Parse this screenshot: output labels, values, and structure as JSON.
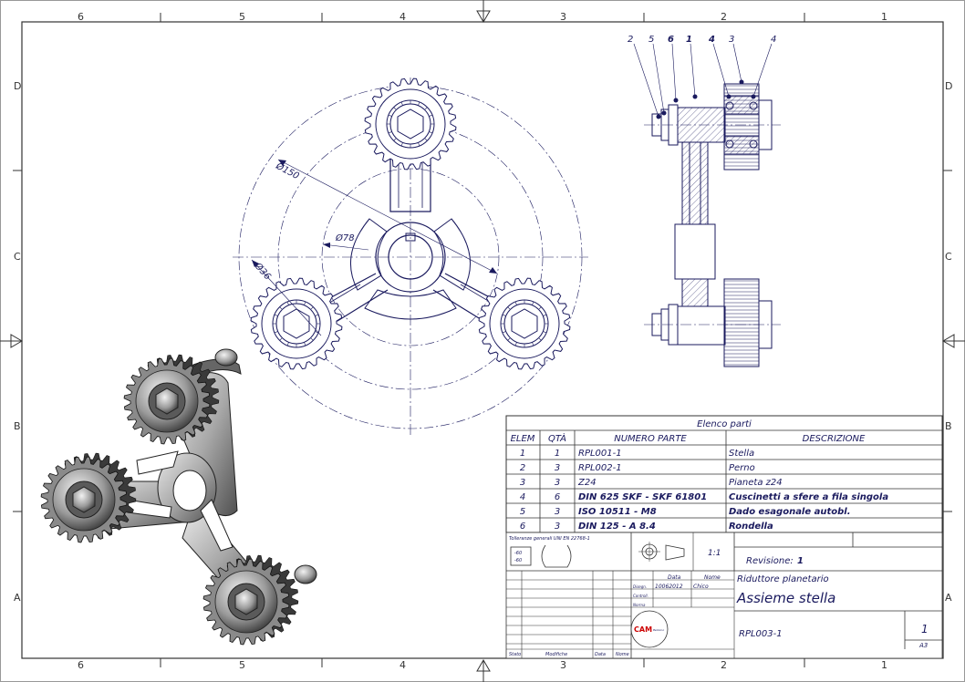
{
  "zones": {
    "cols": [
      "6",
      "5",
      "4",
      "3",
      "2",
      "1"
    ],
    "rows": [
      "D",
      "C",
      "B",
      "A"
    ]
  },
  "dimensions": {
    "d150": "Ø150",
    "d78": "Ø78",
    "d36": "Ø36"
  },
  "side_labels": [
    "2",
    "5",
    "6",
    "1",
    "4",
    "3",
    "4"
  ],
  "parts_list": {
    "title": "Elenco parti",
    "headers": [
      "ELEM",
      "QTÀ",
      "NUMERO PARTE",
      "DESCRIZIONE"
    ],
    "rows": [
      [
        "1",
        "1",
        "RPL001-1",
        "Stella"
      ],
      [
        "2",
        "3",
        "RPL002-1",
        "Perno"
      ],
      [
        "3",
        "3",
        "Z24",
        "Pianeta z24"
      ],
      [
        "4",
        "6",
        "DIN 625 SKF - SKF 61801",
        "Cuscinetti a sfere a fila singola"
      ],
      [
        "5",
        "3",
        "ISO 10511 - M8",
        "Dado esagonale autobl."
      ],
      [
        "6",
        "3",
        "DIN 125 - A 8.4",
        "Rondella"
      ]
    ]
  },
  "title_block": {
    "tolerance_note": "Tolleranze generali UNI EN 22768-1",
    "tol_codes": [
      "-60",
      "-60"
    ],
    "scale": "1:1",
    "revision_label": "Revisione:",
    "revision_value": "1",
    "data_label": "Data",
    "nome_label": "Nome",
    "disegnato_label": "Disegn.",
    "controllato_label": "Controll.",
    "norma_label": "Norma",
    "date": "10062012",
    "name": "Chico",
    "subtitle": "Riduttore planetario",
    "title": "Assieme stella",
    "drawing_number": "RPL003-1",
    "sheet_number": "1",
    "format": "A3",
    "logo_text": "CAM",
    "logo_sub": "Bellomo",
    "footer": [
      "Stato",
      "Modifiche",
      "Data",
      "Nome"
    ]
  },
  "colors": {
    "ink": "#1a1a5e",
    "border": "#333333",
    "logo_red": "#cc0000"
  }
}
